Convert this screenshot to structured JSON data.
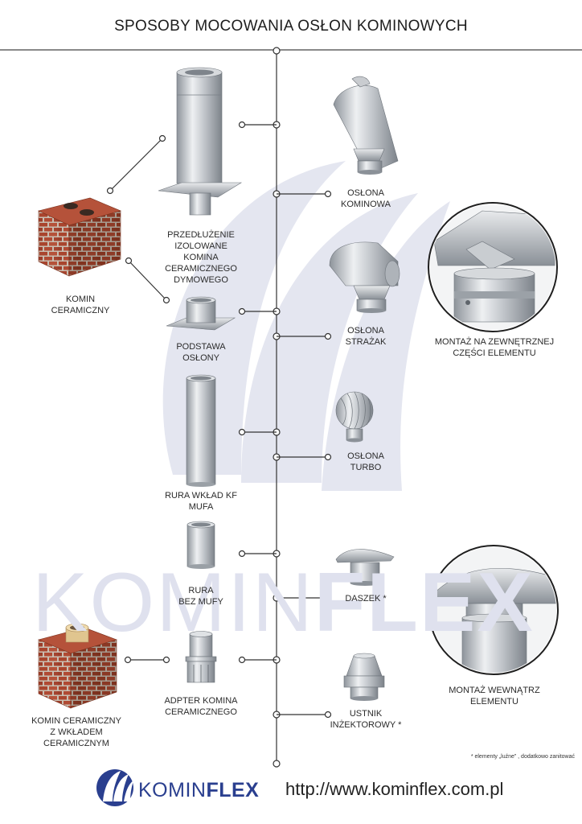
{
  "title": "SPOSOBY MOCOWANIA OSŁON KOMINOWYCH",
  "watermark": {
    "left": "KOMIN",
    "right": "FLEX"
  },
  "labels": {
    "komin_ceramiczny": "KOMIN\nCERAMICZNY",
    "komin_wkladem": "KOMIN CERAMICZNY\nZ WKŁADEM\nCERAMICZNYM",
    "przedluzenie": "PRZEDŁUŻENIE\nIZOLOWANE\nKOMINA\nCERAMICZNEGO\nDYMOWEGO",
    "podstawa": "PODSTAWA\nOSŁONY",
    "rura_wklad": "RURA WKŁAD KF\nMUFA",
    "rura_bez": "RURA\nBEZ  MUFY",
    "adapter": "ADPTER KOMINA\nCERAMICZNEGO",
    "oslona_kominowa": "OSŁONA\nKOMINOWA",
    "oslona_strazak": "OSŁONA\nSTRAŻAK",
    "oslona_turbo": "OSŁONA\nTURBO",
    "daszek": "DASZEK *",
    "ustnik": "USTNIK\nINŻEKTOROWY *",
    "montaz_zew": "MONTAŻ NA ZEWNĘTRZNEJ\nCZĘŚCI ELEMENTU",
    "montaz_wew": "MONTAŻ WEWNĄTRZ\nELEMENTU"
  },
  "note": "* elementy „luźne” , dodatkowo zanitować",
  "footer": {
    "brand_light": "KOMIN",
    "brand_bold": "FLEX",
    "url": "http://www.kominflex.com.pl"
  },
  "colors": {
    "brand_blue": "#2a3f8f",
    "watermark": "#dfe1ee",
    "steel": "#b8bdc4",
    "brick": "#a5442f"
  }
}
